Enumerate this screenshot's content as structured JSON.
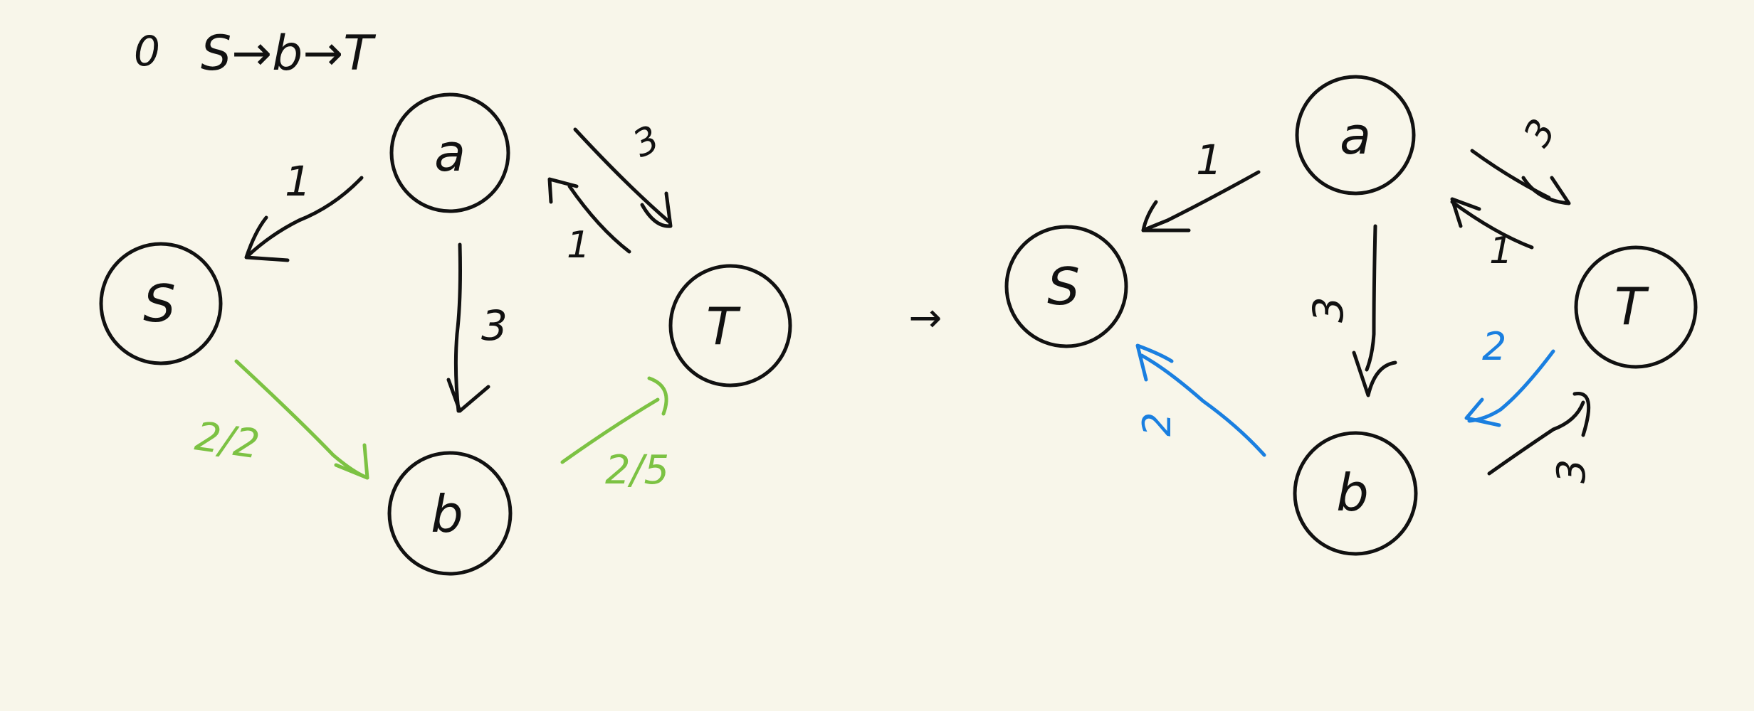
{
  "colors": {
    "background": "#f8f6ea",
    "ink": "#111111",
    "flow_green": "#7cc243",
    "residual_blue": "#1a7fe0"
  },
  "header": {
    "index": "0",
    "path": "S→b→T"
  },
  "network": {
    "nodes": {
      "s": "S",
      "a": "a",
      "b": "b",
      "t": "T"
    },
    "edge_labels": {
      "a_to_s": "1",
      "a_to_b": "3",
      "t_to_a_top": "3",
      "t_to_a_bottom": "1",
      "s_to_b": "2/2",
      "b_to_t": "2/5"
    }
  },
  "transition": {
    "symbol": "→"
  },
  "residual": {
    "nodes": {
      "s": "S",
      "a": "a",
      "b": "b",
      "t": "T"
    },
    "edge_labels": {
      "a_to_s": "1",
      "a_to_b": "3",
      "t_to_a_top": "3",
      "t_to_a_bottom": "1",
      "b_to_s": "2",
      "t_to_b_blue": "2",
      "b_to_t_black": "3"
    }
  }
}
